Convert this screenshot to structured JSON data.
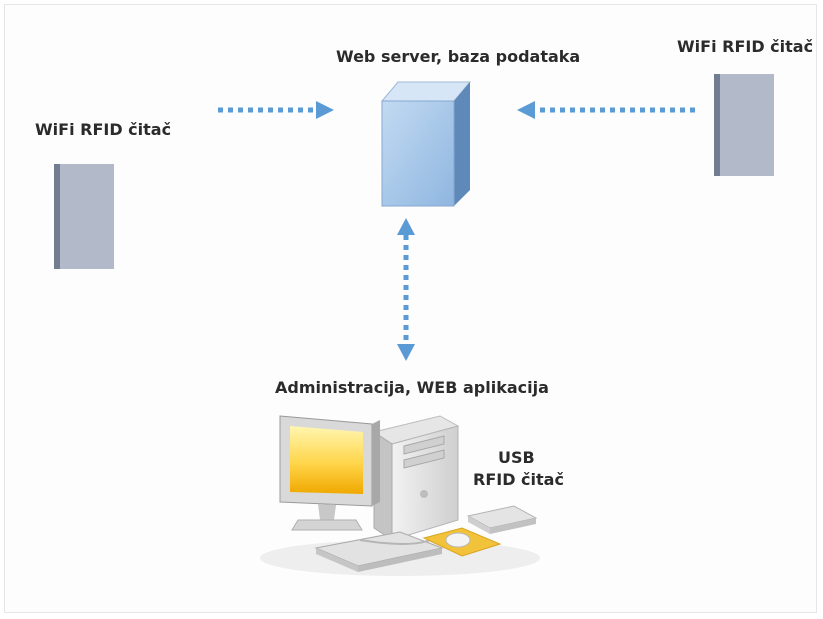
{
  "diagram": {
    "nodes": {
      "web_server": "Web server, baza podataka",
      "wifi_reader_left": "WiFi RFID čitač",
      "wifi_reader_right": "WiFi RFID čitač",
      "admin_app": "Administracija, WEB aplikacija",
      "usb_reader_line1": "USB",
      "usb_reader_line2": "RFID čitač"
    },
    "edges": [
      {
        "from": "wifi_reader_left",
        "to": "web_server",
        "style": "dotted-arrow"
      },
      {
        "from": "wifi_reader_right",
        "to": "web_server",
        "style": "dotted-arrow"
      },
      {
        "from": "admin_app",
        "to": "web_server",
        "style": "dotted-double-arrow"
      }
    ],
    "colors": {
      "arrow": "#5b9bd5",
      "server_front": "#a9c9ec",
      "server_side": "#5f89b9",
      "reader_front": "#b2b9c8",
      "reader_side": "#737d92",
      "monitor_screen": "#f4b400",
      "mousepad": "#f2c23a",
      "text": "#2b2b2b"
    }
  }
}
